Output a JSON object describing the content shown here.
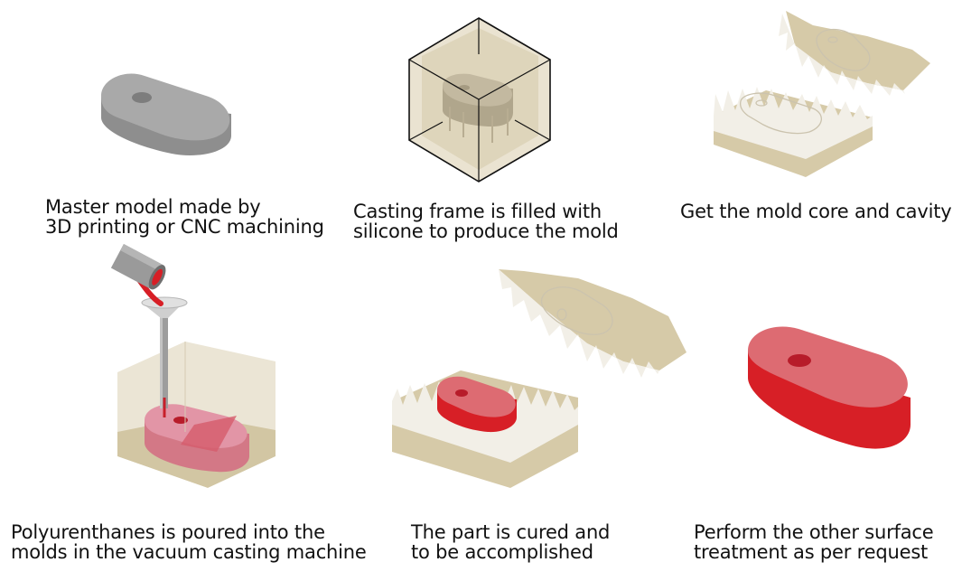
{
  "steps": [
    {
      "line1": "Master model made by",
      "line2": "3D printing or CNC machining"
    },
    {
      "line1": "Casting frame is filled with",
      "line2": "silicone to produce the mold"
    },
    {
      "line1": "Get the mold core and cavity",
      "line2": ""
    },
    {
      "line1": "Polyurenthanes is poured into the",
      "line2": "molds in the vacuum casting machine"
    },
    {
      "line1": "The part is cured and",
      "line2": "to be accomplished"
    },
    {
      "line1": "Perform the other surface",
      "line2": "treatment as per request"
    }
  ],
  "colors": {
    "master_model_top": "#a9a9a9",
    "master_model_side": "#8e8e8e",
    "silicone": "#d5c9a9",
    "silicone_light": "#f2efe7",
    "resin_red": "#d71f26",
    "resin_top": "#de6f74",
    "frame_line": "#111111"
  }
}
